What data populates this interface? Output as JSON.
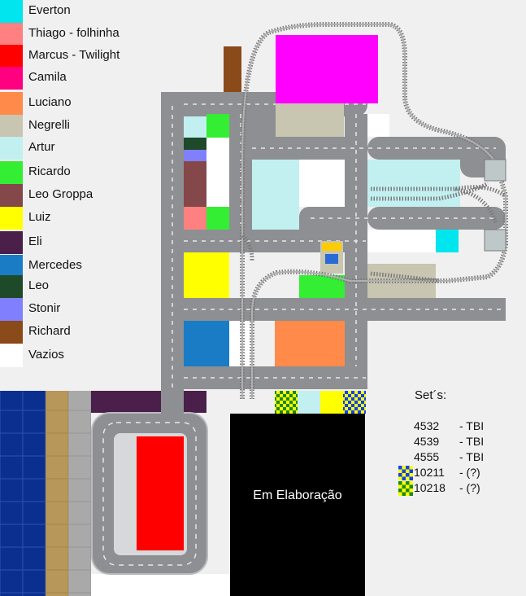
{
  "legend": [
    {
      "label": "Everton",
      "color": "#00e5ee"
    },
    {
      "label": "Thiago - folhinha",
      "color": "#ff8080"
    },
    {
      "label": "Marcus - Twilight",
      "color": "#ff0000"
    },
    {
      "label": "Camila",
      "color": "#ff0080"
    },
    {
      "label": "Luciano",
      "color": "#ff8a4a"
    },
    {
      "label": "Negrelli",
      "color": "#c8c5b0"
    },
    {
      "label": "Artur",
      "color": "#c2f0f0"
    },
    {
      "label": "Ricardo",
      "color": "#33ee33"
    },
    {
      "label": "Leo Groppa",
      "color": "#84484a"
    },
    {
      "label": "Luiz",
      "color": "#ffff00"
    },
    {
      "label": "Eli",
      "color": "#4a1f4a"
    },
    {
      "label": "Mercedes",
      "color": "#1a7cc4"
    },
    {
      "label": "Leo",
      "color": "#1f4a2a"
    },
    {
      "label": "Stonir",
      "color": "#8080ff"
    },
    {
      "label": "Richard",
      "color": "#8b4a1a"
    },
    {
      "label": "Vazios",
      "color": "#ffffff"
    }
  ],
  "work_area": {
    "label": "Em Elaboração",
    "color": "#000000"
  },
  "sets": {
    "title": "Set´s:",
    "items": [
      {
        "number": "4532",
        "status": "- TBI",
        "icon": ""
      },
      {
        "number": "4539",
        "status": "- TBI",
        "icon": ""
      },
      {
        "number": "4555",
        "status": "- TBI",
        "icon": ""
      },
      {
        "number": "10211",
        "status": "- (?)",
        "icon": "checker-blue-yellow"
      },
      {
        "number": "10218",
        "status": "- (?)",
        "icon": "checker-green-yellow"
      }
    ]
  },
  "colors": {
    "road": "#8d8f92",
    "road_edge": "#b9bbbd",
    "rail": "#7a7a7a",
    "baseplate_blue": "#0a2f8f",
    "baseplate_tan": "#b8975a",
    "baseplate_gray": "#a9a9a9"
  }
}
